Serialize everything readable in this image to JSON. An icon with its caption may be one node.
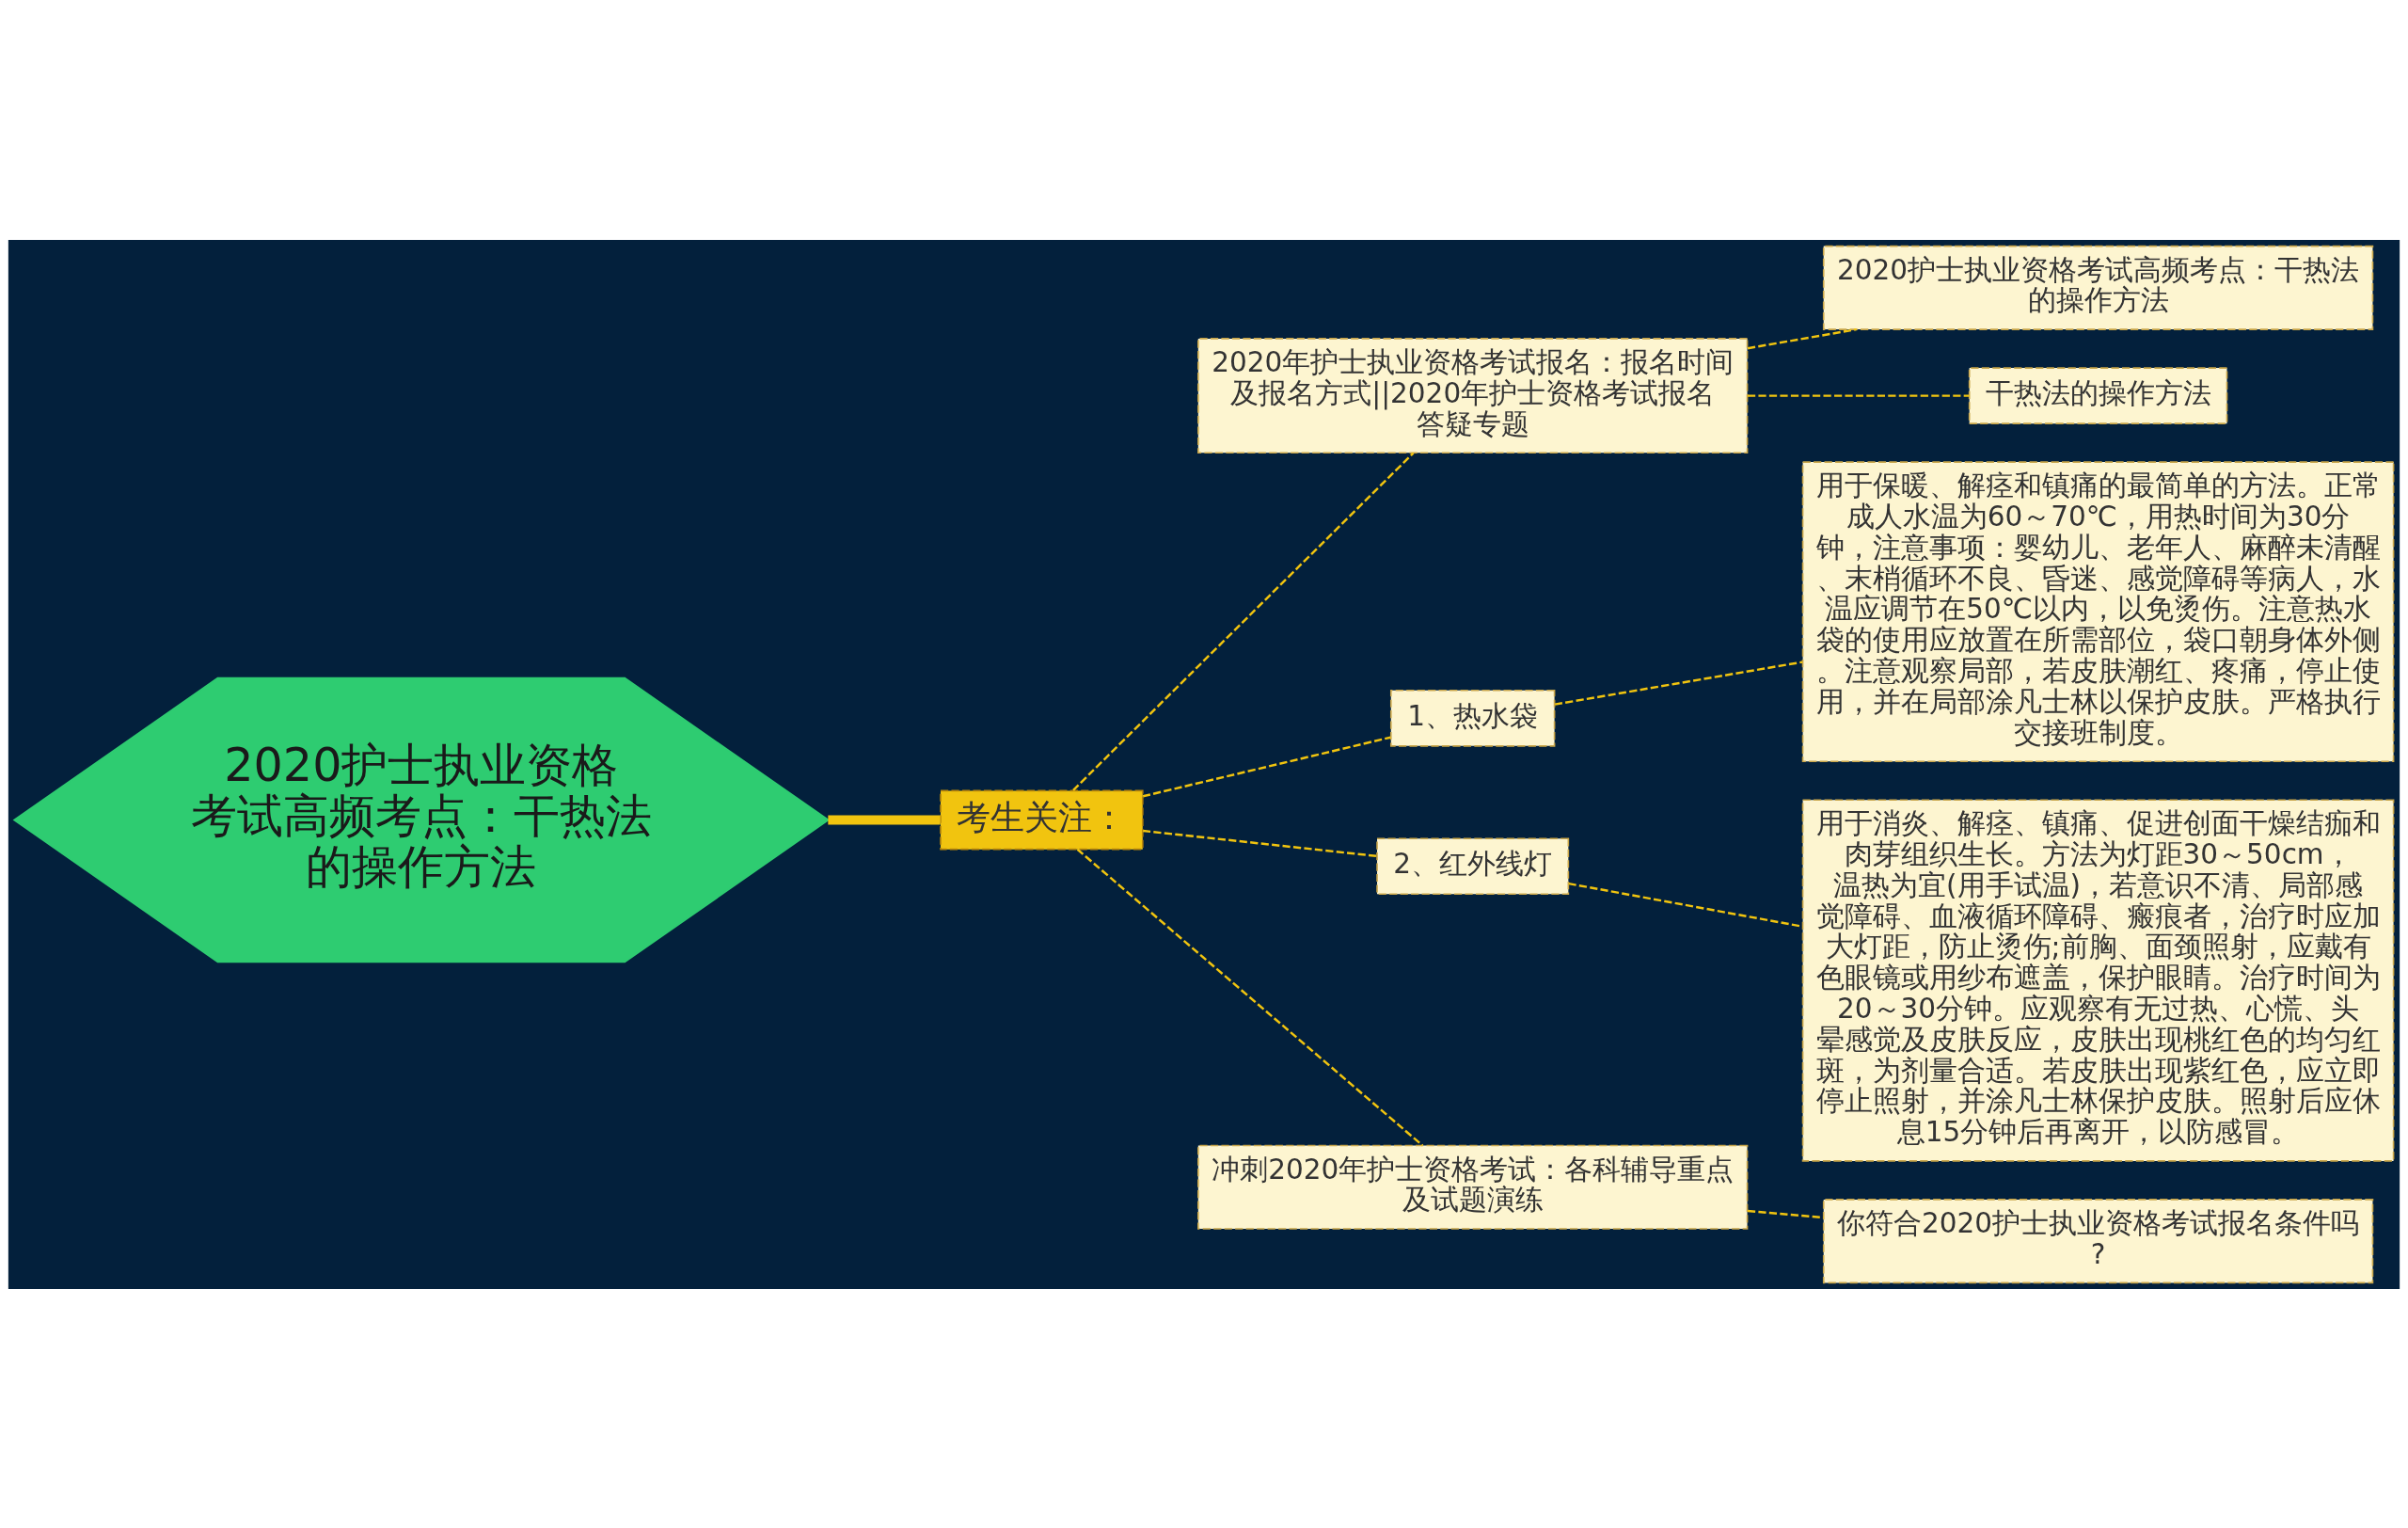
{
  "diagram": {
    "nodes": [
      {
        "text": [
          "2020护士执业资格考试高频考点：干热法的操作方法"
        ]
      },
      {
        "text": [
          "考生关注："
        ]
      },
      {
        "text": [
          "2020年护士执业资格考试报名：报名时间及报名方式||2020年护士资格考试报名答疑专题"
        ]
      },
      {
        "text": [
          "2020护士执业资格考试高频考点：干热法的操作方法"
        ]
      },
      {
        "text": [
          "干热法的操作方法"
        ]
      },
      {
        "text": [
          "1、热水袋"
        ]
      },
      {
        "text": [
          "用于保暖、解痉和镇痛的最简单的方法。正常成人水温为60～70℃，用热时间为30分钟，注意事项：婴幼儿、老年人、麻醉未清醒、末梢循环不良、昏迷、感觉障碍等病人，水温应调节在50℃以内，以免烫伤。注意热水袋的使用应放置在所需部位，袋口朝身体外侧。注意观察局部，若皮肤潮红、疼痛，停止使用，并在局部涂凡士林以保护皮肤。严格执行交接班制度。"
        ]
      },
      {
        "text": [
          "2、红外线灯"
        ]
      },
      {
        "text": [
          "用于消炎、解痉、镇痛、促进创面干燥结痂和肉芽组织生长。方法为灯距30～50cm，温热为宜(用手试温)，若意识不清、局部感觉障碍、血液循环障碍、瘢痕者，治疗时应加大灯距，防止烫伤;前胸、面颈照射，应戴有色眼镜或用纱布遮盖，保护眼睛。治疗时间为20～30分钟。应观察有无过热、心慌、头晕感觉及皮肤反应，皮肤出现桃红色的均匀红斑，为剂量合适。若皮肤出现紫红色，应立即停止照射，并涂凡士林保护皮肤。照射后应休息15分钟后再离开，以防感冒。"
        ]
      },
      {
        "text": [
          "冲刺2020年护士资格考试：各科辅导重点及试题演练"
        ]
      },
      {
        "text": [
          "你符合2020护士执业资格考试报名条件吗?"
        ]
      }
    ],
    "edges": [
      {
        "from": 0,
        "to": 1,
        "arrow": "none",
        "style": "thick"
      },
      {
        "from": 1,
        "to": 2,
        "arrow": "none",
        "style": "dashed"
      },
      {
        "from": 2,
        "to": 3,
        "arrow": "none",
        "style": "dashed"
      },
      {
        "from": 2,
        "to": 4,
        "arrow": "none",
        "style": "dashed"
      },
      {
        "from": 1,
        "to": 5,
        "arrow": "none",
        "style": "dashed"
      },
      {
        "from": 5,
        "to": 6,
        "arrow": "none",
        "style": "dashed"
      },
      {
        "from": 1,
        "to": 7,
        "arrow": "none",
        "style": "dashed"
      },
      {
        "from": 7,
        "to": 8,
        "arrow": "none",
        "style": "dashed"
      },
      {
        "from": 1,
        "to": 9,
        "arrow": "none",
        "style": "dashed"
      },
      {
        "from": 9,
        "to": 10,
        "arrow": "none",
        "style": "dashed"
      }
    ]
  }
}
